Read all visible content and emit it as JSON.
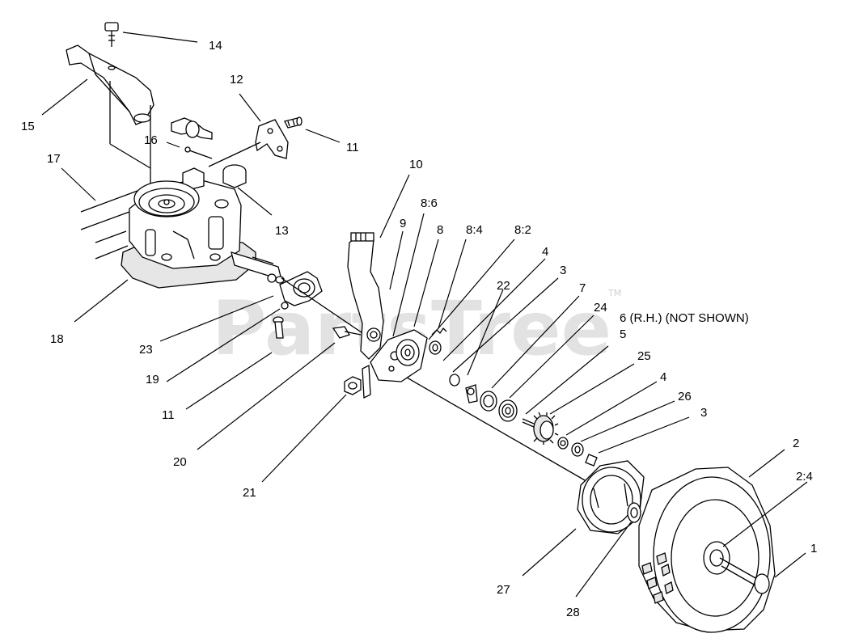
{
  "watermark": {
    "text": "PartsTree",
    "trademark": "TM"
  },
  "callouts": [
    {
      "id": "c14",
      "label": "14"
    },
    {
      "id": "c15",
      "label": "15"
    },
    {
      "id": "c12",
      "label": "12"
    },
    {
      "id": "c16",
      "label": "16"
    },
    {
      "id": "c11a",
      "label": "11"
    },
    {
      "id": "c17",
      "label": "17"
    },
    {
      "id": "c13",
      "label": "13"
    },
    {
      "id": "c18",
      "label": "18"
    },
    {
      "id": "c10",
      "label": "10"
    },
    {
      "id": "c9",
      "label": "9"
    },
    {
      "id": "c8_6",
      "label": "8:6"
    },
    {
      "id": "c8",
      "label": "8"
    },
    {
      "id": "c8_4",
      "label": "8:4"
    },
    {
      "id": "c8_2",
      "label": "8:2"
    },
    {
      "id": "c4a",
      "label": "4"
    },
    {
      "id": "c3a",
      "label": "3"
    },
    {
      "id": "c22",
      "label": "22"
    },
    {
      "id": "c7",
      "label": "7"
    },
    {
      "id": "c24",
      "label": "24"
    },
    {
      "id": "c6",
      "label": "6 (R.H.)  (NOT SHOWN)"
    },
    {
      "id": "c5",
      "label": "5"
    },
    {
      "id": "c25",
      "label": "25"
    },
    {
      "id": "c4b",
      "label": "4"
    },
    {
      "id": "c26",
      "label": "26"
    },
    {
      "id": "c3b",
      "label": "3"
    },
    {
      "id": "c2",
      "label": "2"
    },
    {
      "id": "c2_4",
      "label": "2:4"
    },
    {
      "id": "c1",
      "label": "1"
    },
    {
      "id": "c23",
      "label": "23"
    },
    {
      "id": "c19",
      "label": "19"
    },
    {
      "id": "c11b",
      "label": "11"
    },
    {
      "id": "c20",
      "label": "20"
    },
    {
      "id": "c21",
      "label": "21"
    },
    {
      "id": "c27",
      "label": "27"
    },
    {
      "id": "c28",
      "label": "28"
    }
  ]
}
